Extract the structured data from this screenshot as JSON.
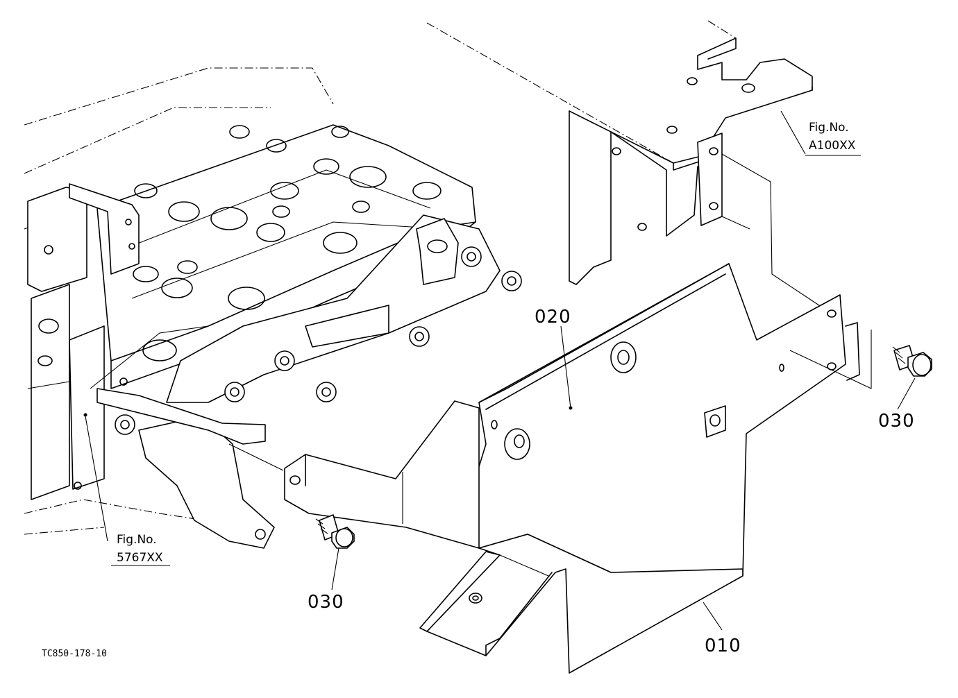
{
  "diagram": {
    "reference_code": "TC850-178-10",
    "callouts": [
      {
        "id": "010",
        "label": "010"
      },
      {
        "id": "020",
        "label": "020"
      },
      {
        "id": "030a",
        "label": "030"
      },
      {
        "id": "030b",
        "label": "030"
      }
    ],
    "figure_refs": [
      {
        "id": "top",
        "line1": "Fig.No.",
        "line2": "A100XX"
      },
      {
        "id": "left",
        "line1": "Fig.No.",
        "line2": "5767XX"
      }
    ]
  }
}
